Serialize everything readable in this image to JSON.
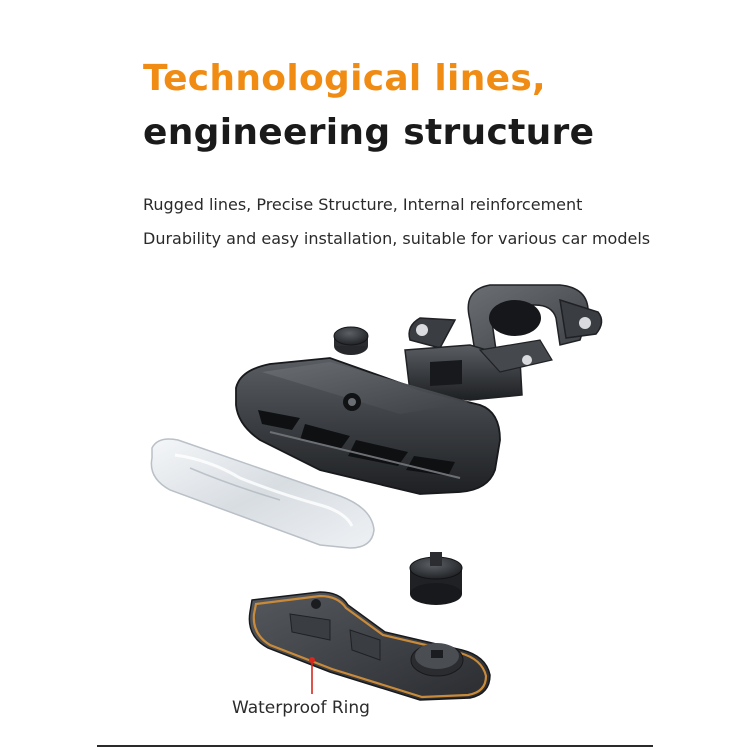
{
  "heading": {
    "line1": "Technological lines,",
    "line2": "engineering structure"
  },
  "description": {
    "line1": "Rugged lines, Precise Structure, Internal reinforcement",
    "line2": "Durability and easy installation, suitable for various car models"
  },
  "callout": {
    "label": "Waterproof Ring"
  },
  "colors": {
    "accent": "#f08c14",
    "heading_dark": "#1a1a1a",
    "seal_red": "#d8281e",
    "part_dark": "#2c2f33"
  }
}
